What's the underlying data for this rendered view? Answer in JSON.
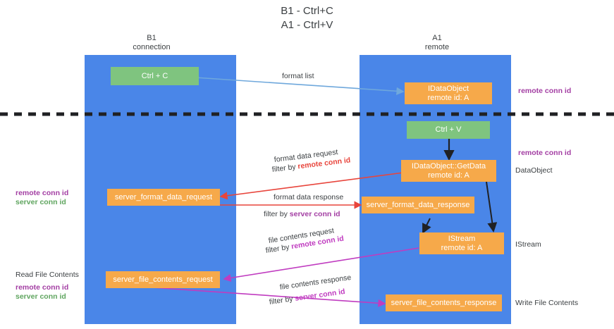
{
  "title": "B1 - Ctrl+C\nA1 - Ctrl+V",
  "columns": [
    {
      "name": "b1",
      "heading": "B1\nconnection"
    },
    {
      "name": "a1",
      "heading": "A1\nremote"
    }
  ],
  "colors": {
    "lane": "#4a86e8",
    "orange_box": "#f6a94a",
    "green_box": "#7fc47f",
    "remote_conn_id": "#a33ea3",
    "server_conn_id": "#5fa55f",
    "format_arrow": "#e8453c",
    "file_arrow": "#c03cc0",
    "format_list_arrow": "#6fa8dc",
    "divider": "#202124"
  },
  "boxes": {
    "ctrl_c": "Ctrl + C",
    "ctrl_v": "Ctrl + V",
    "idataobject": "IDataObject\nremote id: A",
    "idataobject_getdata": "IDataObject::GetData\nremote id: A",
    "istream": "IStream\nremote id: A",
    "server_format_data_request": "server_format_data_request",
    "server_format_data_response": "server_format_data_response",
    "server_file_contents_request": "server_file_contents_request",
    "server_file_contents_response": "server_file_contents_response"
  },
  "arrow_labels": {
    "format_list": "format list",
    "format_data_request": "format data request",
    "format_data_request_filter_prefix": "filter by ",
    "format_data_request_filter_key": "remote conn id",
    "format_data_response": "format data response",
    "format_data_response_filter_prefix": "filter by ",
    "format_data_response_filter_key": "server conn id",
    "file_contents_request": "file contents request",
    "file_contents_request_filter_prefix": "filter by ",
    "file_contents_request_filter_key": "remote conn id",
    "file_contents_response": "file contents response",
    "file_contents_response_filter_prefix": "filter by ",
    "file_contents_response_filter_key": "server conn id"
  },
  "side_labels": {
    "right_remote_conn_id_top": "remote conn id",
    "right_remote_conn_id_mid": "remote conn id",
    "right_dataobject": "DataObject",
    "right_istream": "IStream",
    "right_write_file_contents": "Write File Contents",
    "left_remote_conn_id_mid": "remote conn id",
    "left_server_conn_id_mid": "server conn id",
    "left_read_file_contents": "Read File Contents",
    "left_remote_conn_id_bot": "remote conn id",
    "left_server_conn_id_bot": "server conn id"
  }
}
